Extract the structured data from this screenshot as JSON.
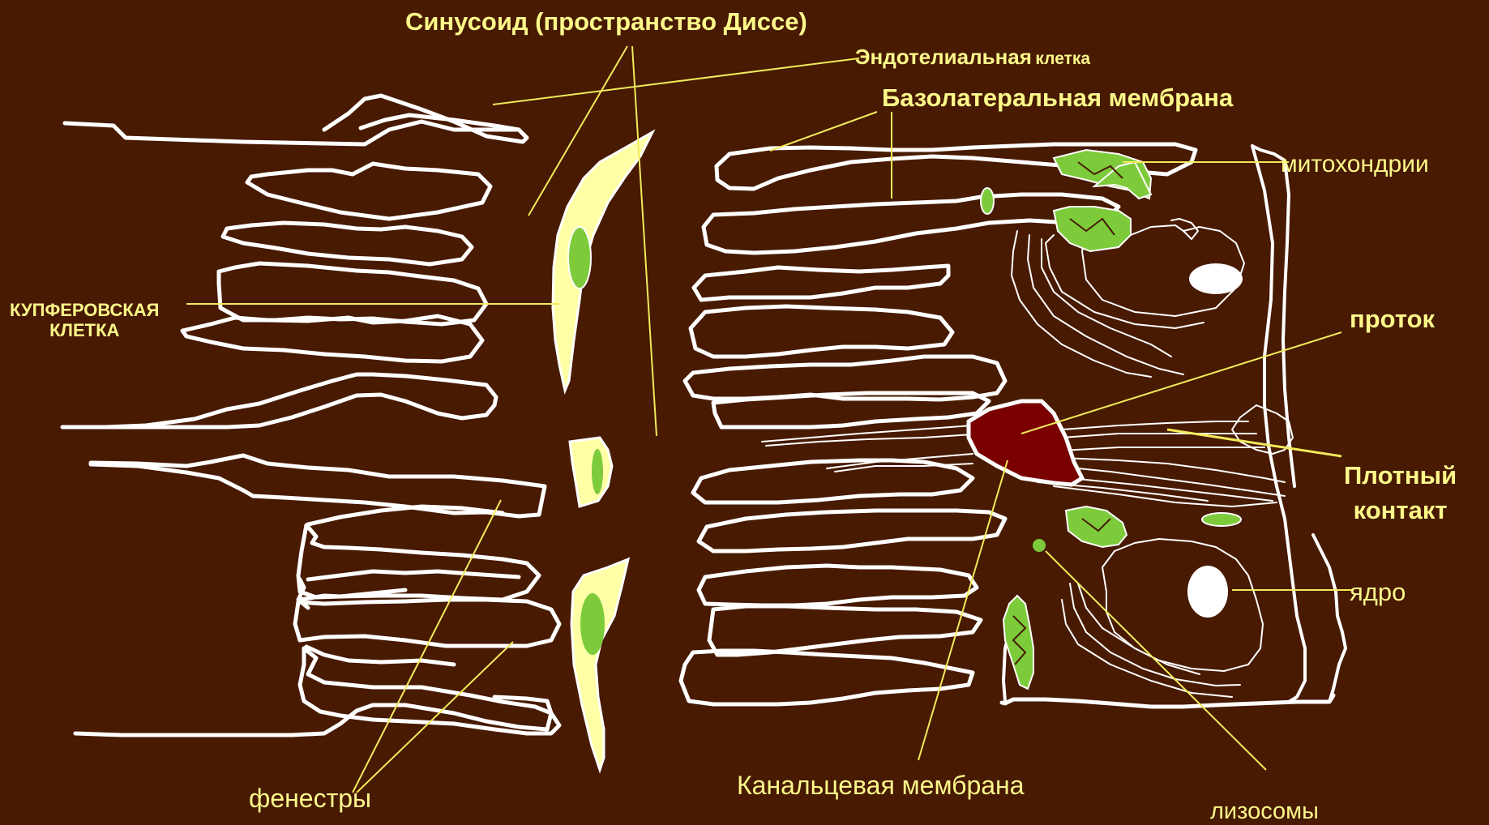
{
  "colors": {
    "background": "#471a01",
    "outline": "#ffffff",
    "label_text": "#fdf88a",
    "leader_line": "#f2ea5c",
    "kupffer_cell_fill": "#ffffa6",
    "nucleus_green": "#7dcb3b",
    "duct_fill": "#7a0000"
  },
  "labels": {
    "sinusoid": "Синусоид (пространство Диссе)",
    "endothelial_main": "Эндотелиальная",
    "endothelial_small": "клетка",
    "basolateral": "Базолатеральная мембрана",
    "mitochondria": "митохондрии",
    "kupffer_line1": "КУПФЕРОВСКАЯ",
    "kupffer_line2": "КЛЕТКА",
    "duct": "проток",
    "tight_line1": "Плотный",
    "tight_line2": "контакт",
    "nucleus": "ядро",
    "fenestrae": "фенестры",
    "canalicular": "Канальцевая мембрана",
    "lysosomes": "лизосомы"
  }
}
